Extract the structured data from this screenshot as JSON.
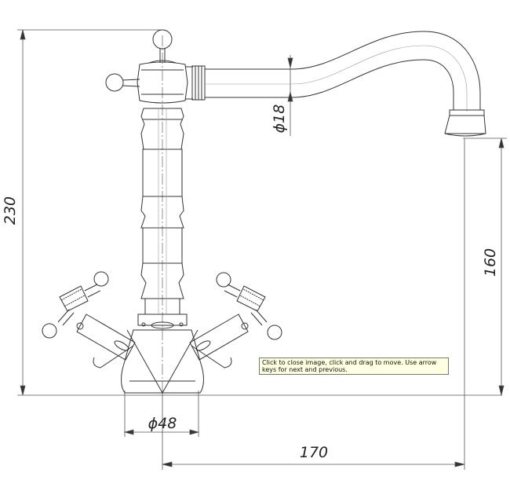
{
  "dimensions": {
    "total_height": "230",
    "spout_height": "160",
    "spout_reach": "170",
    "spout_diameter": "ϕ18",
    "base_diameter": "ϕ48"
  },
  "tooltip": {
    "text": "Click to close image, click and drag to move. Use arrow keys for next and previous."
  }
}
